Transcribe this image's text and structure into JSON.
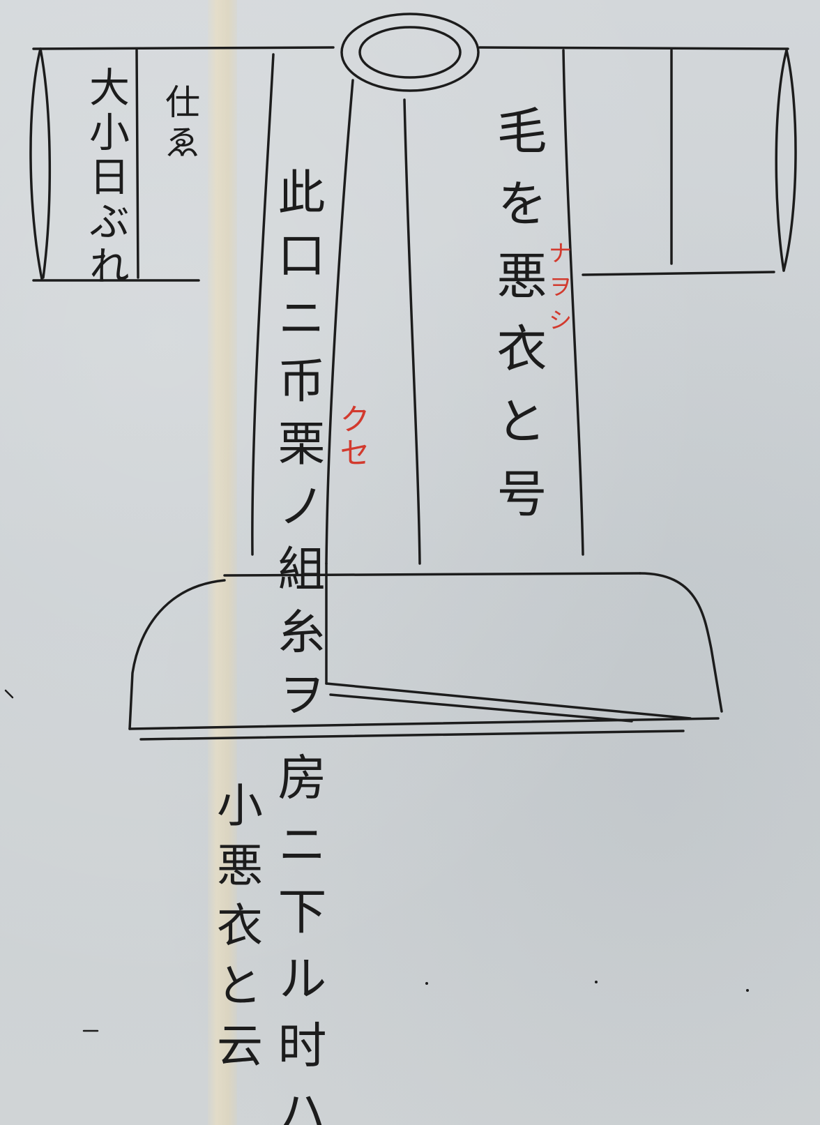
{
  "document": {
    "sleeve_label_1": "大小日ぶれ",
    "sleeve_label_2": "仕ゑ",
    "collar_column": "此口ニ币栗ノ組糸ヲ",
    "body_column_right": "毛を悪衣と号",
    "bottom_column_1": "房ニ下ル时ハ",
    "bottom_column_2": "小悪衣と云",
    "red_annotation_1": "ナヲシ",
    "red_annotation_2": "クセ"
  },
  "colors": {
    "ink": "#1c1c1c",
    "red_ink": "#d23a2e",
    "paper": "#cfd3d6"
  }
}
